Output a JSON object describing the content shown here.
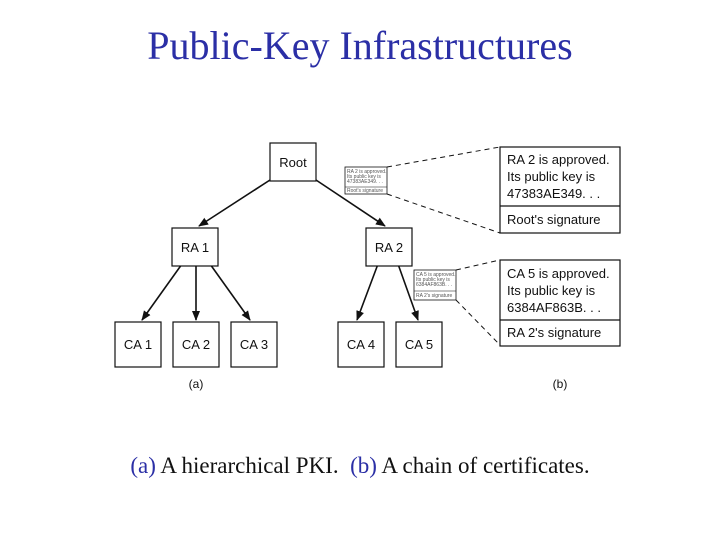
{
  "slide": {
    "title": "Public-Key Infrastructures",
    "caption_a_prefix": "(a)",
    "caption_a_text": "A hierarchical PKI.",
    "caption_b_prefix": "(b)",
    "caption_b_text": "A chain of certificates."
  },
  "diagram": {
    "nodes": {
      "root": "Root",
      "ra1": "RA 1",
      "ra2": "RA 2",
      "ca1": "CA 1",
      "ca2": "CA 2",
      "ca3": "CA 3",
      "ca4": "CA 4",
      "ca5": "CA 5"
    },
    "panel_a_label": "(a)",
    "panel_b_label": "(b)",
    "small_cert_1": [
      "RA 2 is approved.",
      "Its public key is",
      "47383AE349. . .",
      "Root's signature"
    ],
    "small_cert_2": [
      "CA 5 is approved.",
      "Its public key is",
      "6384AF863B. . .",
      "RA 2's signature"
    ],
    "cert_1": {
      "line1": "RA 2 is approved.",
      "line2": "Its public key is",
      "line3": "47383AE349. . .",
      "signature": "Root's signature"
    },
    "cert_2": {
      "line1": "CA 5 is approved.",
      "line2": "Its public key is",
      "line3": "6384AF863B. . .",
      "signature": "RA 2's signature"
    }
  }
}
